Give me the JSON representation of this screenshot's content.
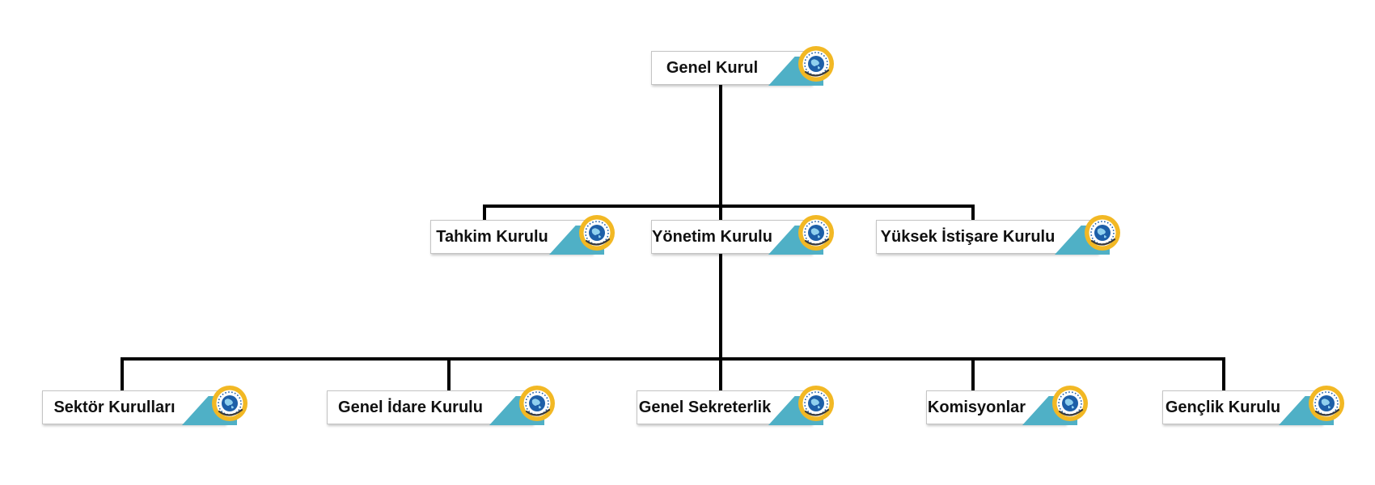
{
  "diagram": {
    "root": {
      "label": "Genel Kurul"
    },
    "level1": [
      {
        "label": "Tahkim Kurulu"
      },
      {
        "label": "Yönetim Kurulu"
      },
      {
        "label": "Yüksek İstişare Kurulu"
      }
    ],
    "level2": [
      {
        "label": "Sektör Kurulları"
      },
      {
        "label": "Genel İdare Kurulu"
      },
      {
        "label": "Genel Sekreterlik"
      },
      {
        "label": "Komisyonlar"
      },
      {
        "label": "Gençlik Kurulu"
      }
    ]
  },
  "colors": {
    "connector": "#000000",
    "accent_triangle": "#4fb0c6",
    "emblem_ring": "#f2b824",
    "emblem_globe": "#1d5fa8"
  },
  "icons": {
    "node_emblem": "organization-logo-icon"
  }
}
